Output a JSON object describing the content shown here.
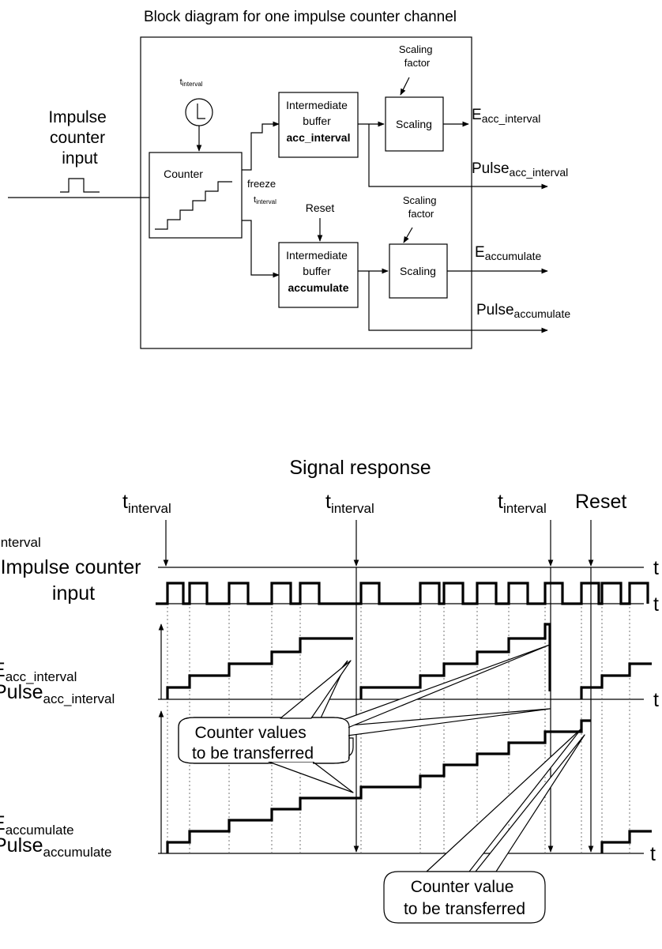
{
  "block_diagram": {
    "title": "Block diagram for one impulse counter channel",
    "input_label": [
      "Impulse",
      "counter",
      "input"
    ],
    "timer_label": {
      "base": "t",
      "sub": "interval"
    },
    "counter_label": "Counter",
    "freeze_label": "freeze",
    "freeze_t": {
      "base": "t",
      "sub": "interval"
    },
    "reset_label": "Reset",
    "buffer1": {
      "line1": "Intermediate",
      "line2": "buffer",
      "line3": "acc_interval"
    },
    "buffer2": {
      "line1": "Intermediate",
      "line2": "buffer",
      "line3": "accumulate"
    },
    "scaling_factor_1": [
      "Scaling",
      "factor"
    ],
    "scaling_factor_2": [
      "Scaling",
      "factor"
    ],
    "scaling_1": "Scaling",
    "scaling_2": "Scaling",
    "outputs": {
      "e_acc_interval": {
        "base": "E",
        "sub": "acc_interval"
      },
      "pulse_acc_interval": {
        "base": "Pulse",
        "sub": "acc_interval"
      },
      "e_accumulate": {
        "base": "E",
        "sub": "accumulate"
      },
      "pulse_accumulate": {
        "base": "Pulse",
        "sub": "accumulate"
      }
    }
  },
  "signal_response": {
    "title": "Signal response",
    "markers": [
      {
        "base": "t",
        "sub": "interval"
      },
      {
        "base": "t",
        "sub": "interval"
      },
      {
        "base": "t",
        "sub": "interval"
      },
      {
        "base": "Reset",
        "sub": ""
      }
    ],
    "rows": {
      "t_interval": {
        "base": "t",
        "sub": "interval"
      },
      "impulse_input": [
        "Impulse counter",
        "input"
      ],
      "e_acc_interval": {
        "base": "E",
        "sub": "acc_interval"
      },
      "pulse_acc_interval": {
        "base": "Pulse",
        "sub": "acc_interval"
      },
      "e_accumulate": {
        "base": "E",
        "sub": "accumulate"
      },
      "pulse_accumulate": {
        "base": "Pulse",
        "sub": "accumulate"
      }
    },
    "axis_t": "t",
    "callout_1": [
      "Counter values",
      "to be transferred"
    ],
    "callout_2": [
      "Counter value",
      "to be transferred"
    ]
  }
}
